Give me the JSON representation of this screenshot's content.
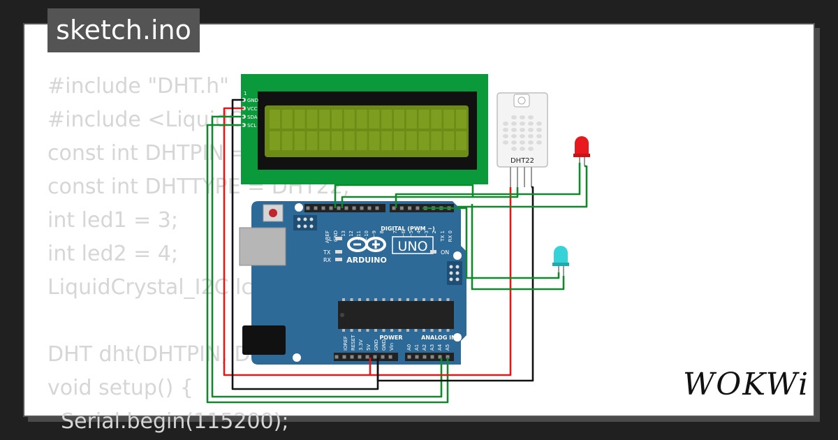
{
  "tab": {
    "filename": "sketch.ino"
  },
  "code_lines": [
    "#include \"DHT.h\"",
    "#include <LiquidCrystal_I2C.h>",
    "const int DHTPIN = 2;",
    "const int DHTTYPE = DHT22;",
    "int led1 = 3;",
    "int led2 = 4;",
    "LiquidCrystal_I2C lcd(0x27, 16, 2);",
    "",
    "DHT dht(DHTPIN, DHTTYPE);",
    "void setup() {",
    "  Serial.begin(115200);"
  ],
  "lcd": {
    "pin_labels": [
      "GND",
      "VCC",
      "SDA",
      "SCL"
    ],
    "pin1_label": "1",
    "bezel_color": "#0a9a3c",
    "screen_color": "#6d8c16"
  },
  "sensor": {
    "label": "DHT22"
  },
  "arduino": {
    "brand": "ARDUINO",
    "model": "UNO",
    "digital_label": "DIGITAL (PWM ~)",
    "power_label": "POWER",
    "analog_label": "ANALOG IN",
    "on_label": "ON",
    "l_label": "L",
    "tx_label": "TX",
    "rx_label": "RX",
    "top_pins": [
      "AREF",
      "GND",
      "13",
      "12",
      "~11",
      "~10",
      "~9",
      "8",
      "7",
      "~6",
      "~5",
      "4",
      "~3",
      "2",
      "TX 1",
      "RX 0"
    ],
    "power_pins": [
      "IOREF",
      "RESET",
      "3.3V",
      "5V",
      "GND",
      "GND",
      "Vin"
    ],
    "analog_pins": [
      "A0",
      "A1",
      "A2",
      "A3",
      "A4",
      "A5"
    ],
    "board_color": "#2e6a97"
  },
  "leds": {
    "red_color": "#e8191c",
    "blue_color": "#35d3d8"
  },
  "wire_colors": {
    "red": "#e01818",
    "black": "#111111",
    "green": "#0f8a2a"
  },
  "logo": {
    "text": "WOKWi"
  }
}
